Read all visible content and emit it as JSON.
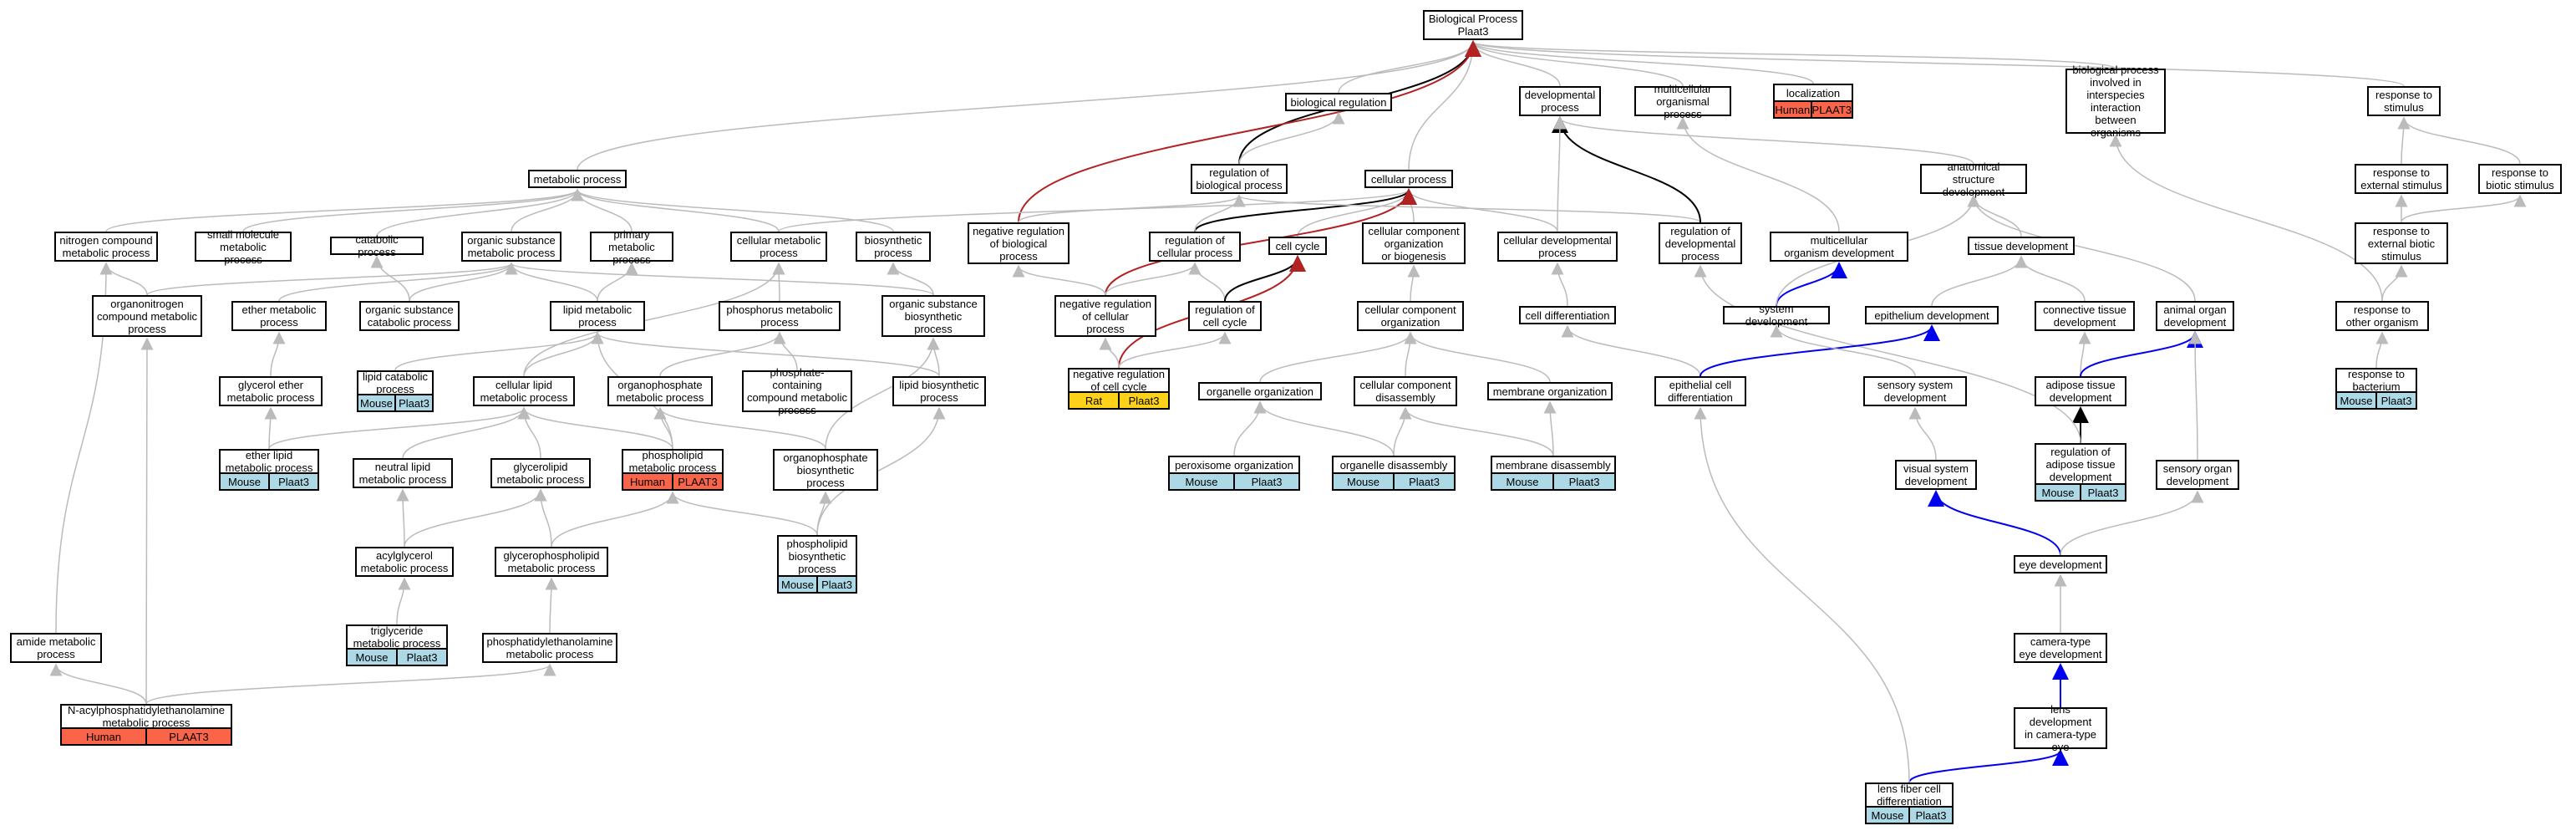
{
  "colors": {
    "mouse": "#add8e6",
    "human": "#fa6448",
    "rat": "#ffd21a",
    "gray_edge": "#bbbbbb",
    "black_edge": "#000000",
    "red_edge": "#b22222",
    "blue_edge": "#0000ee"
  },
  "nodes": [
    {
      "id": "bp",
      "label": "Biological Process\nPlaat3"
    },
    {
      "id": "metab",
      "label": "metabolic process"
    },
    {
      "id": "bioreg",
      "label": "biological regulation"
    },
    {
      "id": "regbp",
      "label": "regulation of\nbiological process"
    },
    {
      "id": "cellproc",
      "label": "cellular process"
    },
    {
      "id": "devproc",
      "label": "developmental\nprocess"
    },
    {
      "id": "mcop",
      "label": "multicellular\norganismal process"
    },
    {
      "id": "local",
      "label": "localization",
      "species": "human",
      "sp": "Human",
      "gene": "PLAAT3"
    },
    {
      "id": "bpinter",
      "label": "biological process\ninvolved in\ninterspecies\ninteraction\nbetween organisms"
    },
    {
      "id": "respstim",
      "label": "response to\nstimulus"
    },
    {
      "id": "nitro",
      "label": "nitrogen compound\nmetabolic process"
    },
    {
      "id": "smallmol",
      "label": "small molecule\nmetabolic process"
    },
    {
      "id": "catab",
      "label": "catabolic process"
    },
    {
      "id": "orgsub",
      "label": "organic substance\nmetabolic process"
    },
    {
      "id": "primmet",
      "label": "primary metabolic\nprocess"
    },
    {
      "id": "cellmet",
      "label": "cellular metabolic\nprocess"
    },
    {
      "id": "biosyn",
      "label": "biosynthetic\nprocess"
    },
    {
      "id": "negregbp",
      "label": "negative regulation\nof biological\nprocess"
    },
    {
      "id": "regcp",
      "label": "regulation of\ncellular process"
    },
    {
      "id": "cellcycle",
      "label": "cell cycle"
    },
    {
      "id": "ccob",
      "label": "cellular component\norganization\nor biogenesis"
    },
    {
      "id": "celldev",
      "label": "cellular developmental\nprocess"
    },
    {
      "id": "regdev",
      "label": "regulation of\ndevelopmental\nprocess"
    },
    {
      "id": "multidev",
      "label": "multicellular\norganism development"
    },
    {
      "id": "anatdev",
      "label": "anatomical structure\ndevelopment"
    },
    {
      "id": "respext",
      "label": "response to\nexternal stimulus"
    },
    {
      "id": "respbio",
      "label": "response to\nbiotic stimulus"
    },
    {
      "id": "respextbio",
      "label": "response to\nexternal biotic\nstimulus"
    },
    {
      "id": "orgnitro",
      "label": "organonitrogen\ncompound metabolic\nprocess"
    },
    {
      "id": "ether",
      "label": "ether metabolic\nprocess"
    },
    {
      "id": "orgsubcat",
      "label": "organic substance\ncatabolic process"
    },
    {
      "id": "lipidmet",
      "label": "lipid metabolic\nprocess"
    },
    {
      "id": "phosmet",
      "label": "phosphorus metabolic\nprocess"
    },
    {
      "id": "orgsubbio",
      "label": "organic substance\nbiosynthetic\nprocess"
    },
    {
      "id": "negregcp",
      "label": "negative regulation\nof cellular\nprocess"
    },
    {
      "id": "regcc",
      "label": "regulation of\ncell cycle"
    },
    {
      "id": "ccorg",
      "label": "cellular component\norganization"
    },
    {
      "id": "celldiff",
      "label": "cell differentiation"
    },
    {
      "id": "sysdev",
      "label": "system development"
    },
    {
      "id": "epidev",
      "label": "epithelium development"
    },
    {
      "id": "tissdev",
      "label": "tissue development"
    },
    {
      "id": "conndev",
      "label": "connective tissue\ndevelopment"
    },
    {
      "id": "animorg",
      "label": "animal organ\ndevelopment"
    },
    {
      "id": "respother",
      "label": "response to\nother organism"
    },
    {
      "id": "glycether",
      "label": "glycerol ether\nmetabolic process"
    },
    {
      "id": "lipidcat",
      "label": "lipid catabolic\nprocess",
      "species": "mouse",
      "sp": "Mouse",
      "gene": "Plaat3"
    },
    {
      "id": "celllipid",
      "label": "cellular lipid\nmetabolic process"
    },
    {
      "id": "orgphos",
      "label": "organophosphate\nmetabolic process"
    },
    {
      "id": "phoscont",
      "label": "phosphate-containing\ncompound metabolic\nprocess"
    },
    {
      "id": "lipidbio",
      "label": "lipid biosynthetic\nprocess"
    },
    {
      "id": "negregcc",
      "label": "negative regulation\nof cell cycle",
      "species": "rat",
      "sp": "Rat",
      "gene": "Plaat3"
    },
    {
      "id": "organorg",
      "label": "organelle organization"
    },
    {
      "id": "ccdis",
      "label": "cellular component\ndisassembly"
    },
    {
      "id": "memorg",
      "label": "membrane organization"
    },
    {
      "id": "epidiff",
      "label": "epithelial cell\ndifferentiation"
    },
    {
      "id": "sensdev",
      "label": "sensory system\ndevelopment"
    },
    {
      "id": "adipdev",
      "label": "adipose tissue\ndevelopment"
    },
    {
      "id": "respbact",
      "label": "response to\nbacterium",
      "species": "mouse",
      "sp": "Mouse",
      "gene": "Plaat3"
    },
    {
      "id": "etherlipid",
      "label": "ether lipid\nmetabolic process",
      "species": "mouse",
      "sp": "Mouse",
      "gene": "Plaat3"
    },
    {
      "id": "neutral",
      "label": "neutral lipid\nmetabolic process"
    },
    {
      "id": "glycero",
      "label": "glycerolipid\nmetabolic process"
    },
    {
      "id": "phospho",
      "label": "phospholipid\nmetabolic process",
      "species": "human",
      "sp": "Human",
      "gene": "PLAAT3"
    },
    {
      "id": "orgphosbio",
      "label": "organophosphate\nbiosynthetic\nprocess"
    },
    {
      "id": "perox",
      "label": "peroxisome organization",
      "species": "mouse",
      "sp": "Mouse",
      "gene": "Plaat3"
    },
    {
      "id": "orgdis",
      "label": "organelle disassembly",
      "species": "mouse",
      "sp": "Mouse",
      "gene": "Plaat3"
    },
    {
      "id": "memdis",
      "label": "membrane disassembly",
      "species": "mouse",
      "sp": "Mouse",
      "gene": "Plaat3"
    },
    {
      "id": "regadip",
      "label": "regulation of\nadipose tissue\ndevelopment",
      "species": "mouse",
      "sp": "Mouse",
      "gene": "Plaat3"
    },
    {
      "id": "visdev",
      "label": "visual system\ndevelopment"
    },
    {
      "id": "sensorg",
      "label": "sensory organ\ndevelopment"
    },
    {
      "id": "acylgly",
      "label": "acylglycerol\nmetabolic process"
    },
    {
      "id": "glycphos",
      "label": "glycerophospholipid\nmetabolic process"
    },
    {
      "id": "phosbio",
      "label": "phospholipid\nbiosynthetic\nprocess",
      "species": "mouse",
      "sp": "Mouse",
      "gene": "Plaat3"
    },
    {
      "id": "eyedev",
      "label": "eye development"
    },
    {
      "id": "trigly",
      "label": "triglyceride\nmetabolic process",
      "species": "mouse",
      "sp": "Mouse",
      "gene": "Plaat3"
    },
    {
      "id": "pe",
      "label": "phosphatidylethanolamine\nmetabolic process"
    },
    {
      "id": "amide",
      "label": "amide metabolic\nprocess"
    },
    {
      "id": "camera",
      "label": "camera-type\neye development"
    },
    {
      "id": "nape",
      "label": "N-acylphosphatidylethanolamine\nmetabolic process",
      "species": "human",
      "sp": "Human",
      "gene": "PLAAT3"
    },
    {
      "id": "lens",
      "label": "lens development\nin camera-type\neye"
    },
    {
      "id": "lensfib",
      "label": "lens fiber cell\ndifferentiation",
      "species": "mouse",
      "sp": "Mouse",
      "gene": "Plaat3"
    }
  ],
  "edges": [
    [
      "metab",
      "bp",
      "gray"
    ],
    [
      "bioreg",
      "bp",
      "gray"
    ],
    [
      "cellproc",
      "bp",
      "gray"
    ],
    [
      "devproc",
      "bp",
      "gray"
    ],
    [
      "mcop",
      "bp",
      "gray"
    ],
    [
      "local",
      "bp",
      "gray"
    ],
    [
      "bpinter",
      "bp",
      "gray"
    ],
    [
      "respstim",
      "bp",
      "gray"
    ],
    [
      "regbp",
      "bp",
      "black"
    ],
    [
      "negregbp",
      "bp",
      "red"
    ],
    [
      "regbp",
      "bioreg",
      "gray"
    ],
    [
      "nitro",
      "metab",
      "gray"
    ],
    [
      "smallmol",
      "metab",
      "gray"
    ],
    [
      "catab",
      "metab",
      "gray"
    ],
    [
      "orgsub",
      "metab",
      "gray"
    ],
    [
      "primmet",
      "metab",
      "gray"
    ],
    [
      "cellmet",
      "metab",
      "gray"
    ],
    [
      "biosyn",
      "metab",
      "gray"
    ],
    [
      "cellmet",
      "cellproc",
      "gray"
    ],
    [
      "ccob",
      "cellproc",
      "gray"
    ],
    [
      "celldev",
      "cellproc",
      "gray"
    ],
    [
      "cellcycle",
      "cellproc",
      "gray"
    ],
    [
      "regcp",
      "cellproc",
      "black"
    ],
    [
      "negregcp",
      "cellproc",
      "red"
    ],
    [
      "negregbp",
      "regbp",
      "gray"
    ],
    [
      "regcp",
      "regbp",
      "gray"
    ],
    [
      "regdev",
      "regbp",
      "gray"
    ],
    [
      "negregcp",
      "negregbp",
      "gray"
    ],
    [
      "negregcp",
      "regcp",
      "gray"
    ],
    [
      "regcc",
      "regcp",
      "gray"
    ],
    [
      "regcc",
      "cellcycle",
      "black"
    ],
    [
      "negregcc",
      "cellcycle",
      "red"
    ],
    [
      "negregcc",
      "negregcp",
      "gray"
    ],
    [
      "negregcc",
      "regcc",
      "gray"
    ],
    [
      "regdev",
      "devproc",
      "black"
    ],
    [
      "celldev",
      "devproc",
      "gray"
    ],
    [
      "anatdev",
      "devproc",
      "gray"
    ],
    [
      "multidev",
      "mcop",
      "gray"
    ],
    [
      "sysdev",
      "multidev",
      "blue"
    ],
    [
      "sysdev",
      "anatdev",
      "gray"
    ],
    [
      "tissdev",
      "anatdev",
      "gray"
    ],
    [
      "animorg",
      "anatdev",
      "gray"
    ],
    [
      "epidev",
      "tissdev",
      "gray"
    ],
    [
      "conndev",
      "tissdev",
      "gray"
    ],
    [
      "adipdev",
      "conndev",
      "gray"
    ],
    [
      "adipdev",
      "animorg",
      "blue"
    ],
    [
      "regadip",
      "adipdev",
      "black"
    ],
    [
      "regadip",
      "regdev",
      "gray"
    ],
    [
      "respext",
      "respstim",
      "gray"
    ],
    [
      "respbio",
      "respstim",
      "gray"
    ],
    [
      "respextbio",
      "respext",
      "gray"
    ],
    [
      "respextbio",
      "respbio",
      "gray"
    ],
    [
      "respother",
      "respextbio",
      "gray"
    ],
    [
      "respother",
      "bpinter",
      "gray"
    ],
    [
      "respbact",
      "respother",
      "gray"
    ],
    [
      "orgnitro",
      "nitro",
      "gray"
    ],
    [
      "orgnitro",
      "orgsub",
      "gray"
    ],
    [
      "ether",
      "orgsub",
      "gray"
    ],
    [
      "orgsubcat",
      "orgsub",
      "gray"
    ],
    [
      "orgsubcat",
      "catab",
      "gray"
    ],
    [
      "lipidmet",
      "orgsub",
      "gray"
    ],
    [
      "lipidmet",
      "primmet",
      "gray"
    ],
    [
      "phosmet",
      "cellmet",
      "gray"
    ],
    [
      "orgsubbio",
      "orgsub",
      "gray"
    ],
    [
      "orgsubbio",
      "biosyn",
      "gray"
    ],
    [
      "glycether",
      "ether",
      "gray"
    ],
    [
      "lipidcat",
      "lipidmet",
      "gray"
    ],
    [
      "celllipid",
      "lipidmet",
      "gray"
    ],
    [
      "celllipid",
      "cellmet",
      "gray"
    ],
    [
      "orgphos",
      "phosmet",
      "gray"
    ],
    [
      "phoscont",
      "phosmet",
      "gray"
    ],
    [
      "lipidbio",
      "lipidmet",
      "gray"
    ],
    [
      "lipidbio",
      "orgsubbio",
      "gray"
    ],
    [
      "ccorg",
      "ccob",
      "gray"
    ],
    [
      "organorg",
      "ccorg",
      "gray"
    ],
    [
      "ccdis",
      "ccorg",
      "gray"
    ],
    [
      "memorg",
      "ccorg",
      "gray"
    ],
    [
      "celldiff",
      "celldev",
      "gray"
    ],
    [
      "epidiff",
      "celldiff",
      "gray"
    ],
    [
      "epidiff",
      "epidev",
      "blue"
    ],
    [
      "sensdev",
      "sysdev",
      "gray"
    ],
    [
      "visdev",
      "sensdev",
      "gray"
    ],
    [
      "etherlipid",
      "glycether",
      "gray"
    ],
    [
      "etherlipid",
      "celllipid",
      "gray"
    ],
    [
      "neutral",
      "celllipid",
      "gray"
    ],
    [
      "glycero",
      "celllipid",
      "gray"
    ],
    [
      "phospho",
      "celllipid",
      "gray"
    ],
    [
      "phospho",
      "orgphos",
      "gray"
    ],
    [
      "phospho",
      "lipidmet",
      "gray"
    ],
    [
      "orgphosbio",
      "orgphos",
      "gray"
    ],
    [
      "orgphosbio",
      "orgsubbio",
      "gray"
    ],
    [
      "perox",
      "organorg",
      "gray"
    ],
    [
      "orgdis",
      "organorg",
      "gray"
    ],
    [
      "orgdis",
      "ccdis",
      "gray"
    ],
    [
      "memdis",
      "memorg",
      "gray"
    ],
    [
      "memdis",
      "ccdis",
      "gray"
    ],
    [
      "acylgly",
      "neutral",
      "gray"
    ],
    [
      "acylgly",
      "glycero",
      "gray"
    ],
    [
      "glycphos",
      "glycero",
      "gray"
    ],
    [
      "glycphos",
      "phospho",
      "gray"
    ],
    [
      "phosbio",
      "orgphosbio",
      "gray"
    ],
    [
      "phosbio",
      "phospho",
      "gray"
    ],
    [
      "phosbio",
      "lipidbio",
      "gray"
    ],
    [
      "trigly",
      "acylgly",
      "gray"
    ],
    [
      "pe",
      "glycphos",
      "gray"
    ],
    [
      "eyedev",
      "visdev",
      "blue"
    ],
    [
      "eyedev",
      "sensorg",
      "gray"
    ],
    [
      "sensorg",
      "animorg",
      "gray"
    ],
    [
      "camera",
      "eyedev",
      "gray"
    ],
    [
      "lens",
      "camera",
      "blue"
    ],
    [
      "lensfib",
      "lens",
      "blue"
    ],
    [
      "lensfib",
      "epidiff",
      "gray"
    ],
    [
      "nape",
      "amide",
      "gray"
    ],
    [
      "nape",
      "orgnitro",
      "gray"
    ],
    [
      "nape",
      "pe",
      "gray"
    ],
    [
      "amide",
      "nitro",
      "gray"
    ]
  ]
}
